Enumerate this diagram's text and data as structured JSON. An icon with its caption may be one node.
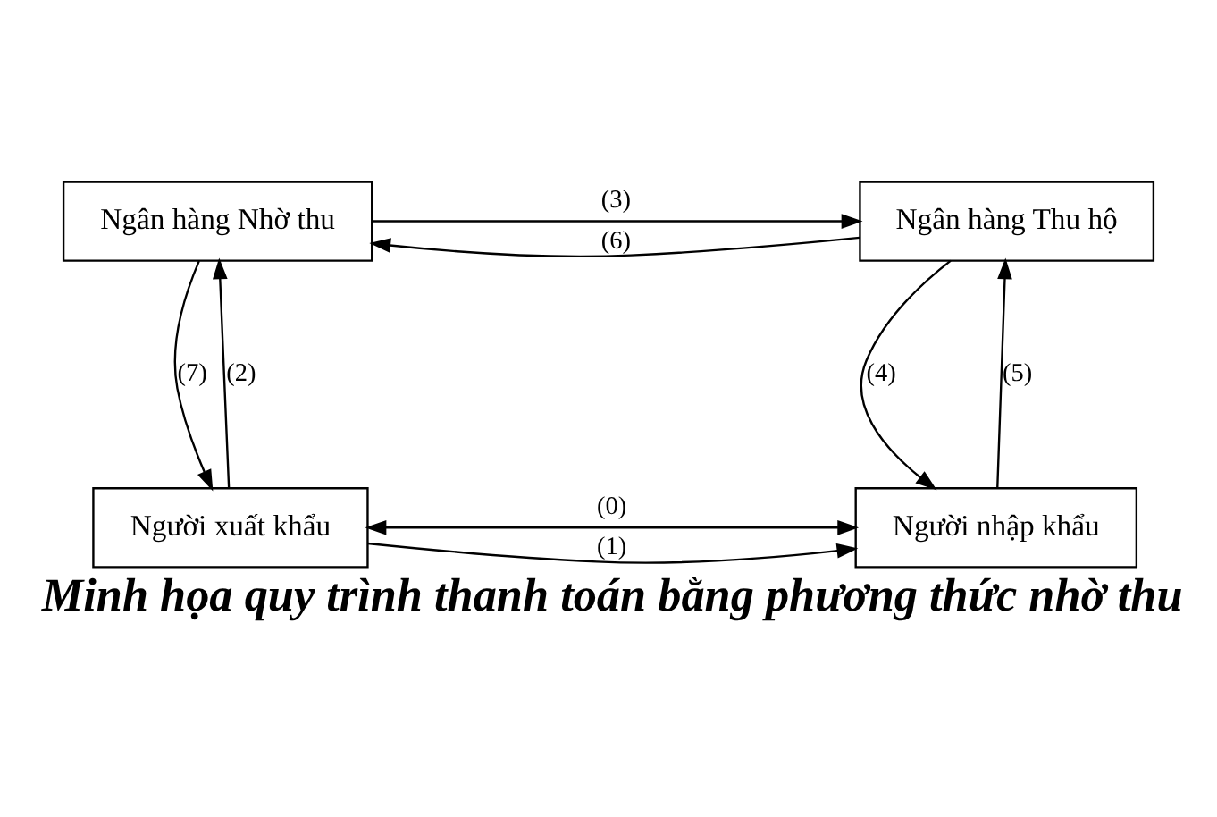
{
  "diagram": {
    "caption": "Minh họa quy trình thanh toán bằng phương thức nhờ thu",
    "nodes": [
      {
        "text": [
          "Ngân hàng Nhờ thu"
        ]
      },
      {
        "text": [
          "Ngân hàng Thu hộ"
        ]
      },
      {
        "text": [
          "Người xuất khẩu"
        ]
      },
      {
        "text": [
          "Người nhập khẩu"
        ]
      }
    ],
    "edges": [
      {
        "from": 0,
        "to": 1,
        "arrow": "to",
        "label": "(3)"
      },
      {
        "from": 1,
        "to": 0,
        "arrow": "to",
        "label": "(6)"
      },
      {
        "from": 0,
        "to": 2,
        "arrow": "to",
        "label": "(7)"
      },
      {
        "from": 2,
        "to": 0,
        "arrow": "to",
        "label": "(2)"
      },
      {
        "from": 1,
        "to": 3,
        "arrow": "to",
        "label": "(4)"
      },
      {
        "from": 3,
        "to": 1,
        "arrow": "to",
        "label": "(5)"
      },
      {
        "from": 2,
        "to": 3,
        "arrow": "both",
        "label": "(0)"
      },
      {
        "from": 2,
        "to": 3,
        "arrow": "to",
        "label": "(1)"
      }
    ]
  }
}
